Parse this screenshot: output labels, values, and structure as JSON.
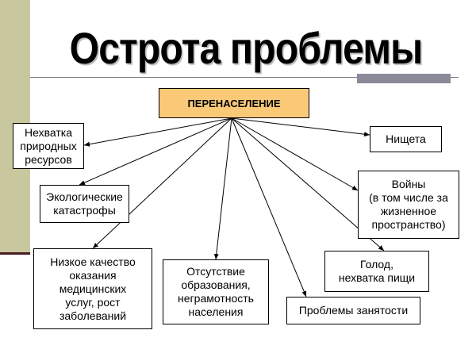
{
  "title": "Острота проблемы",
  "colors": {
    "sidebar": "#c9c79e",
    "center_box_fill": "#f9c978",
    "title_accent": "#8a8a99"
  },
  "center": {
    "label": "ПЕРЕНАСЕЛЕНИЕ"
  },
  "consequences": [
    {
      "id": "resources",
      "label": "Нехватка\nприродных\nресурсов"
    },
    {
      "id": "ecology",
      "label": "Экологические\nкатастрофы"
    },
    {
      "id": "medicine",
      "label": "Низкое качество\nоказания\nмедицинских\nуслуг, рост\nзаболеваний"
    },
    {
      "id": "education",
      "label": "Отсутствие\nобразования,\nнеграмотность\nнаселения"
    },
    {
      "id": "employment",
      "label": "Проблемы занятости"
    },
    {
      "id": "hunger",
      "label": "Голод,\nнехватка пищи"
    },
    {
      "id": "wars",
      "label": "Войны\n(в том числе за\nжизненное\nпространство)"
    },
    {
      "id": "poverty",
      "label": "Нищета"
    }
  ]
}
